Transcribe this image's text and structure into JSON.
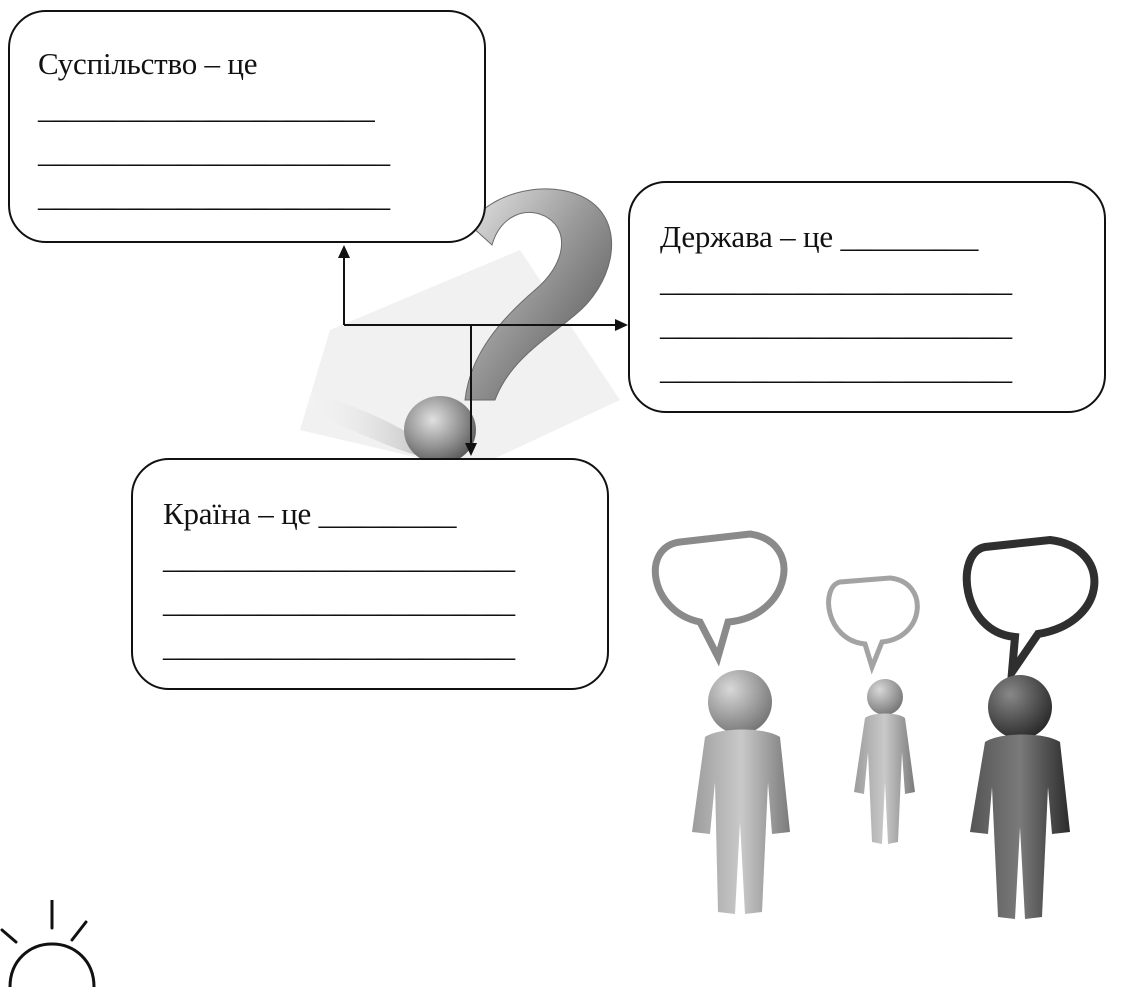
{
  "boxes": {
    "society": {
      "text": "Суспільство – це\n______________________\n_______________________\n_______________________"
    },
    "state": {
      "text": "Держава – це _________\n_______________________\n_______________________\n_______________________"
    },
    "country": {
      "text": "Країна – це _________\n_______________________\n_______________________\n_______________________"
    }
  },
  "icons": {
    "question": "question-mark-icon",
    "people": "people-talking-icon",
    "bulb": "lightbulb-icon"
  },
  "colors": {
    "line": "#111111",
    "shade_dark": "#3a3a3a",
    "shade_light": "#cfcfcf"
  }
}
